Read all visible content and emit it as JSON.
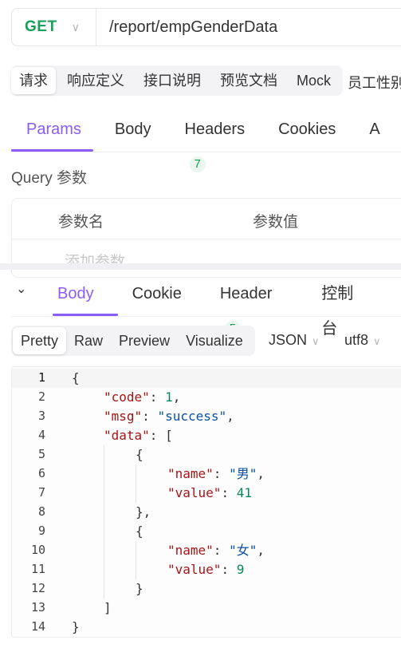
{
  "request": {
    "method": "GET",
    "url": "/report/empGenderData"
  },
  "section_tabs": [
    "请求",
    "响应定义",
    "接口说明",
    "预览文档",
    "Mock"
  ],
  "api_name": "员工性别",
  "req_tabs": {
    "params": "Params",
    "body": "Body",
    "headers": "Headers",
    "headers_count": "7",
    "cookies": "Cookies",
    "auth_partial": "A"
  },
  "query": {
    "title": "Query 参数",
    "col_name": "参数名",
    "col_value": "参数值",
    "add_placeholder": "添加参数"
  },
  "resp_tabs": {
    "body": "Body",
    "cookie": "Cookie",
    "header": "Header",
    "header_count": "5",
    "console": "控制台"
  },
  "format": {
    "modes": [
      "Pretty",
      "Raw",
      "Preview",
      "Visualize"
    ],
    "type": "JSON",
    "encoding": "utf8"
  },
  "code": {
    "line_numbers": [
      "1",
      "2",
      "3",
      "4",
      "5",
      "6",
      "7",
      "8",
      "9",
      "10",
      "11",
      "12",
      "13",
      "14"
    ],
    "open_brace": "{",
    "code_key": "\"code\"",
    "code_val": "1",
    "msg_key": "\"msg\"",
    "msg_val": "\"success\"",
    "data_key": "\"data\"",
    "open_bracket": "[",
    "item_open": "{",
    "name_key": "\"name\"",
    "name_val_1": "\"男\"",
    "value_key": "\"value\"",
    "value_val_1": "41",
    "item_close_comma": "},",
    "name_val_2": "\"女\"",
    "value_val_2": "9",
    "item_close": "}",
    "close_bracket": "]",
    "close_brace": "}"
  },
  "colors": {
    "accent": "#8b5cf6",
    "method_green": "#18a058",
    "json_key": "#a31515",
    "json_string": "#0a51a5",
    "json_number": "#098658"
  }
}
